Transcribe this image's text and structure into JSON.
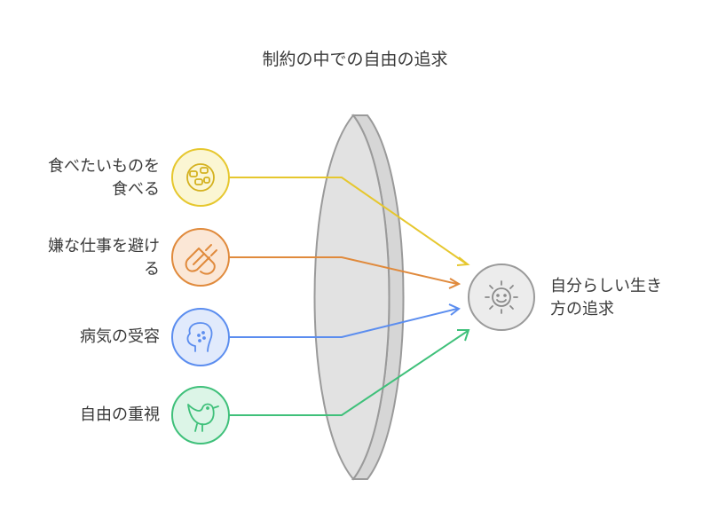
{
  "title": "制約の中での自由の追求",
  "inputs": [
    {
      "label_line1": "食べたいものを",
      "label_line2": "食べる",
      "icon": "food-icon",
      "color": "#e6c72e",
      "fill": "#fbf6d3"
    },
    {
      "label_line1": "嫌な仕事を避け",
      "label_line2": "る",
      "icon": "magnet-icon",
      "color": "#e08a3c",
      "fill": "#fbe7d6"
    },
    {
      "label_line1": "病気の受容",
      "label_line2": "",
      "icon": "head-icon",
      "color": "#5b8def",
      "fill": "#e1eafc"
    },
    {
      "label_line1": "自由の重視",
      "label_line2": "",
      "icon": "bird-icon",
      "color": "#3fc07a",
      "fill": "#dcf5e7"
    }
  ],
  "output": {
    "label_line1": "自分らしい生き",
    "label_line2": "方の追求",
    "icon": "sun-face-icon",
    "color": "#9a9a9a",
    "fill": "#ececec"
  },
  "lens_color": "#e2e2e2"
}
